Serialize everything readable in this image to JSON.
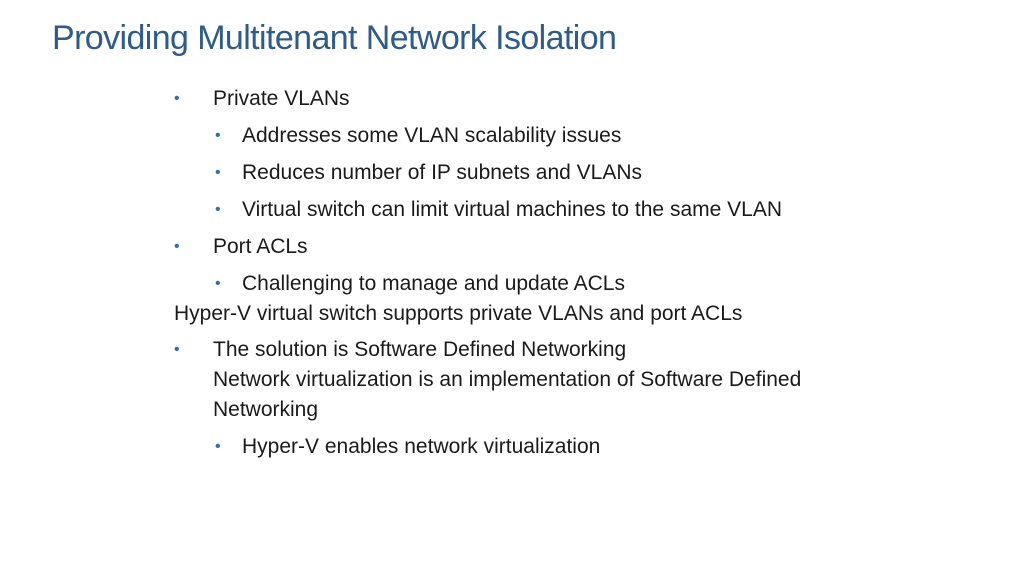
{
  "slide": {
    "title": "Providing Multitenant Network Isolation",
    "items": [
      {
        "level": 0,
        "text": "Private VLANs"
      },
      {
        "level": 1,
        "text": "Addresses some VLAN scalability issues"
      },
      {
        "level": 1,
        "text": "Reduces number of IP subnets and VLANs"
      },
      {
        "level": 1,
        "text": "Virtual switch can limit virtual machines to the same VLAN"
      },
      {
        "level": 0,
        "text": "Port ACLs"
      },
      {
        "level": 1,
        "text": "Challenging to manage and update ACLs"
      },
      {
        "level": "plain",
        "text": "Hyper-V virtual switch supports private VLANs and port ACLs"
      },
      {
        "level": 0,
        "text": "The solution is Software Defined Networking",
        "continuation": "Network virtualization is an implementation of Software Defined Networking"
      },
      {
        "level": 1,
        "text": "Hyper-V enables network virtualization"
      }
    ],
    "bullet_glyph": "•"
  }
}
